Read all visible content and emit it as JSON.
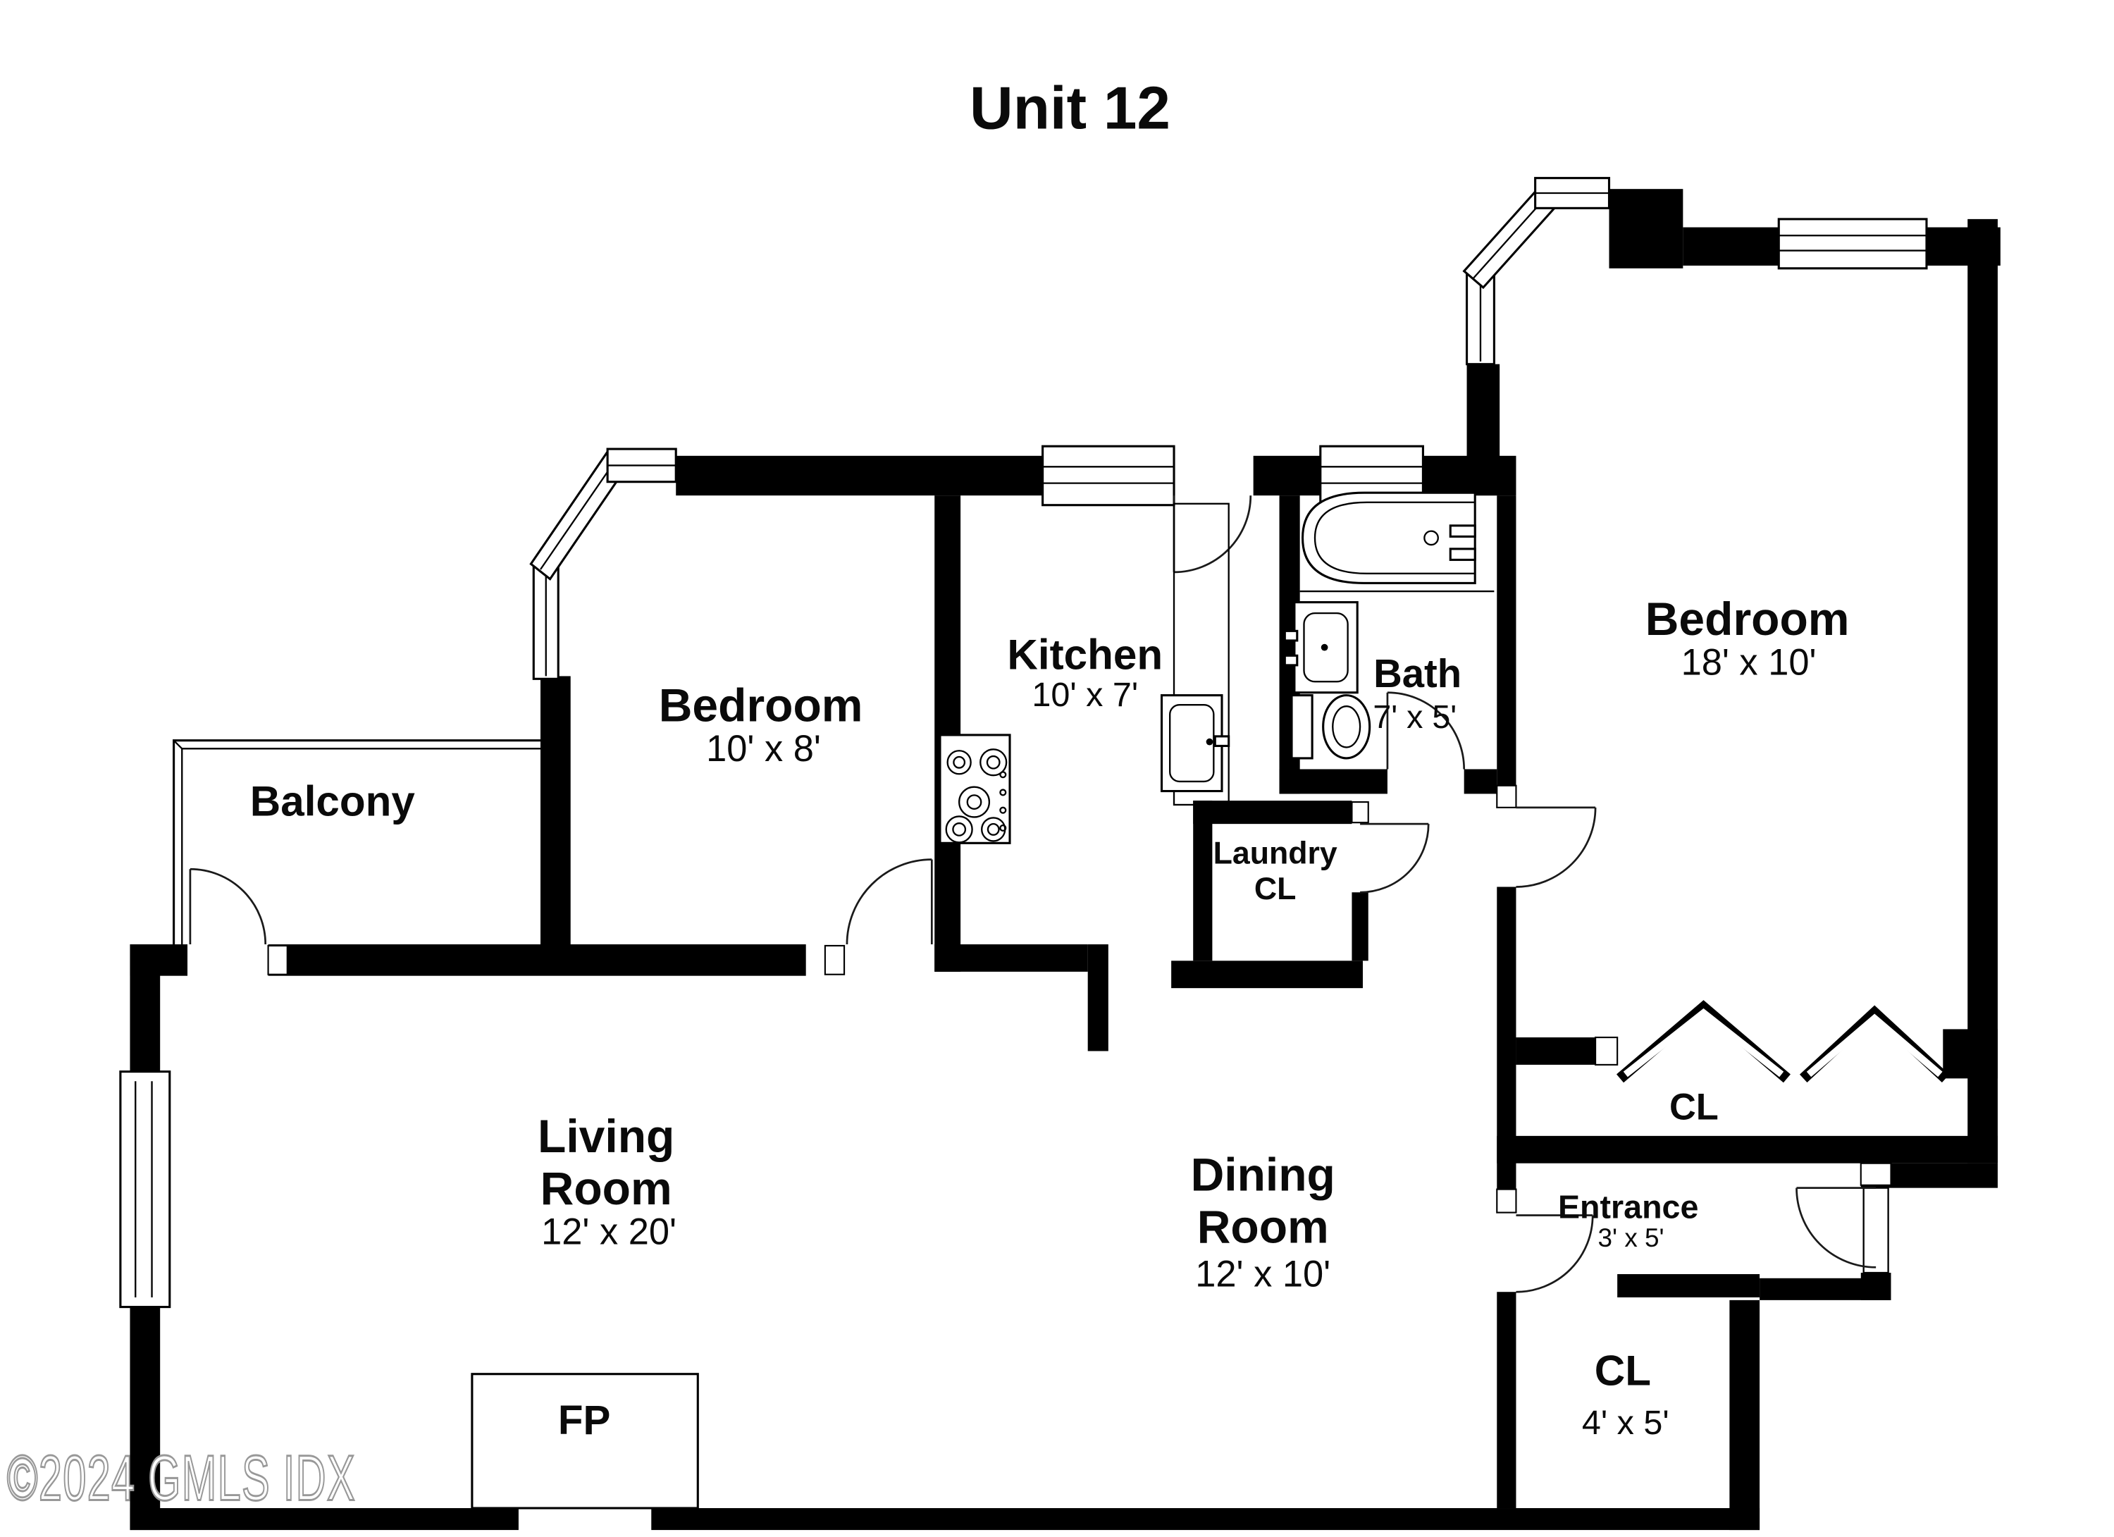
{
  "title": "Unit 12",
  "watermark": "©2024 GMLS IDX",
  "colors": {
    "walls": "#000000",
    "background": "#ffffff",
    "text": "#0a0a0a",
    "watermark_outline": "#989898"
  },
  "rooms": {
    "balcony": {
      "name": "Balcony"
    },
    "bedroom_small": {
      "name": "Bedroom",
      "dims": "10' x 8'"
    },
    "kitchen": {
      "name": "Kitchen",
      "dims": "10' x 7'"
    },
    "bath": {
      "name": "Bath",
      "dims": "7' x 5'"
    },
    "bedroom_large": {
      "name": "Bedroom",
      "dims": "18' x 10'"
    },
    "laundry_closet": {
      "name": "Laundry",
      "name2": "CL"
    },
    "bedroom_closet": {
      "name": "CL"
    },
    "living_room": {
      "name": "Living",
      "name2": "Room",
      "dims": "12' x 20'"
    },
    "dining_room": {
      "name": "Dining",
      "name2": "Room",
      "dims": "12' x 10'"
    },
    "entrance": {
      "name": "Entrance",
      "dims": "3' x 5'"
    },
    "entry_closet": {
      "name": "CL",
      "dims": "4' x 5'"
    },
    "fireplace": {
      "label": "FP"
    }
  }
}
